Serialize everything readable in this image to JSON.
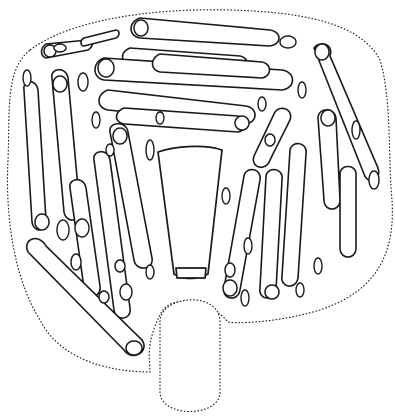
{
  "figure": {
    "style": "black line drawing on white",
    "colors": {
      "ink": "#1a1a1a",
      "background": "#ffffff"
    },
    "loop_count": 28,
    "blob_count": 26
  }
}
